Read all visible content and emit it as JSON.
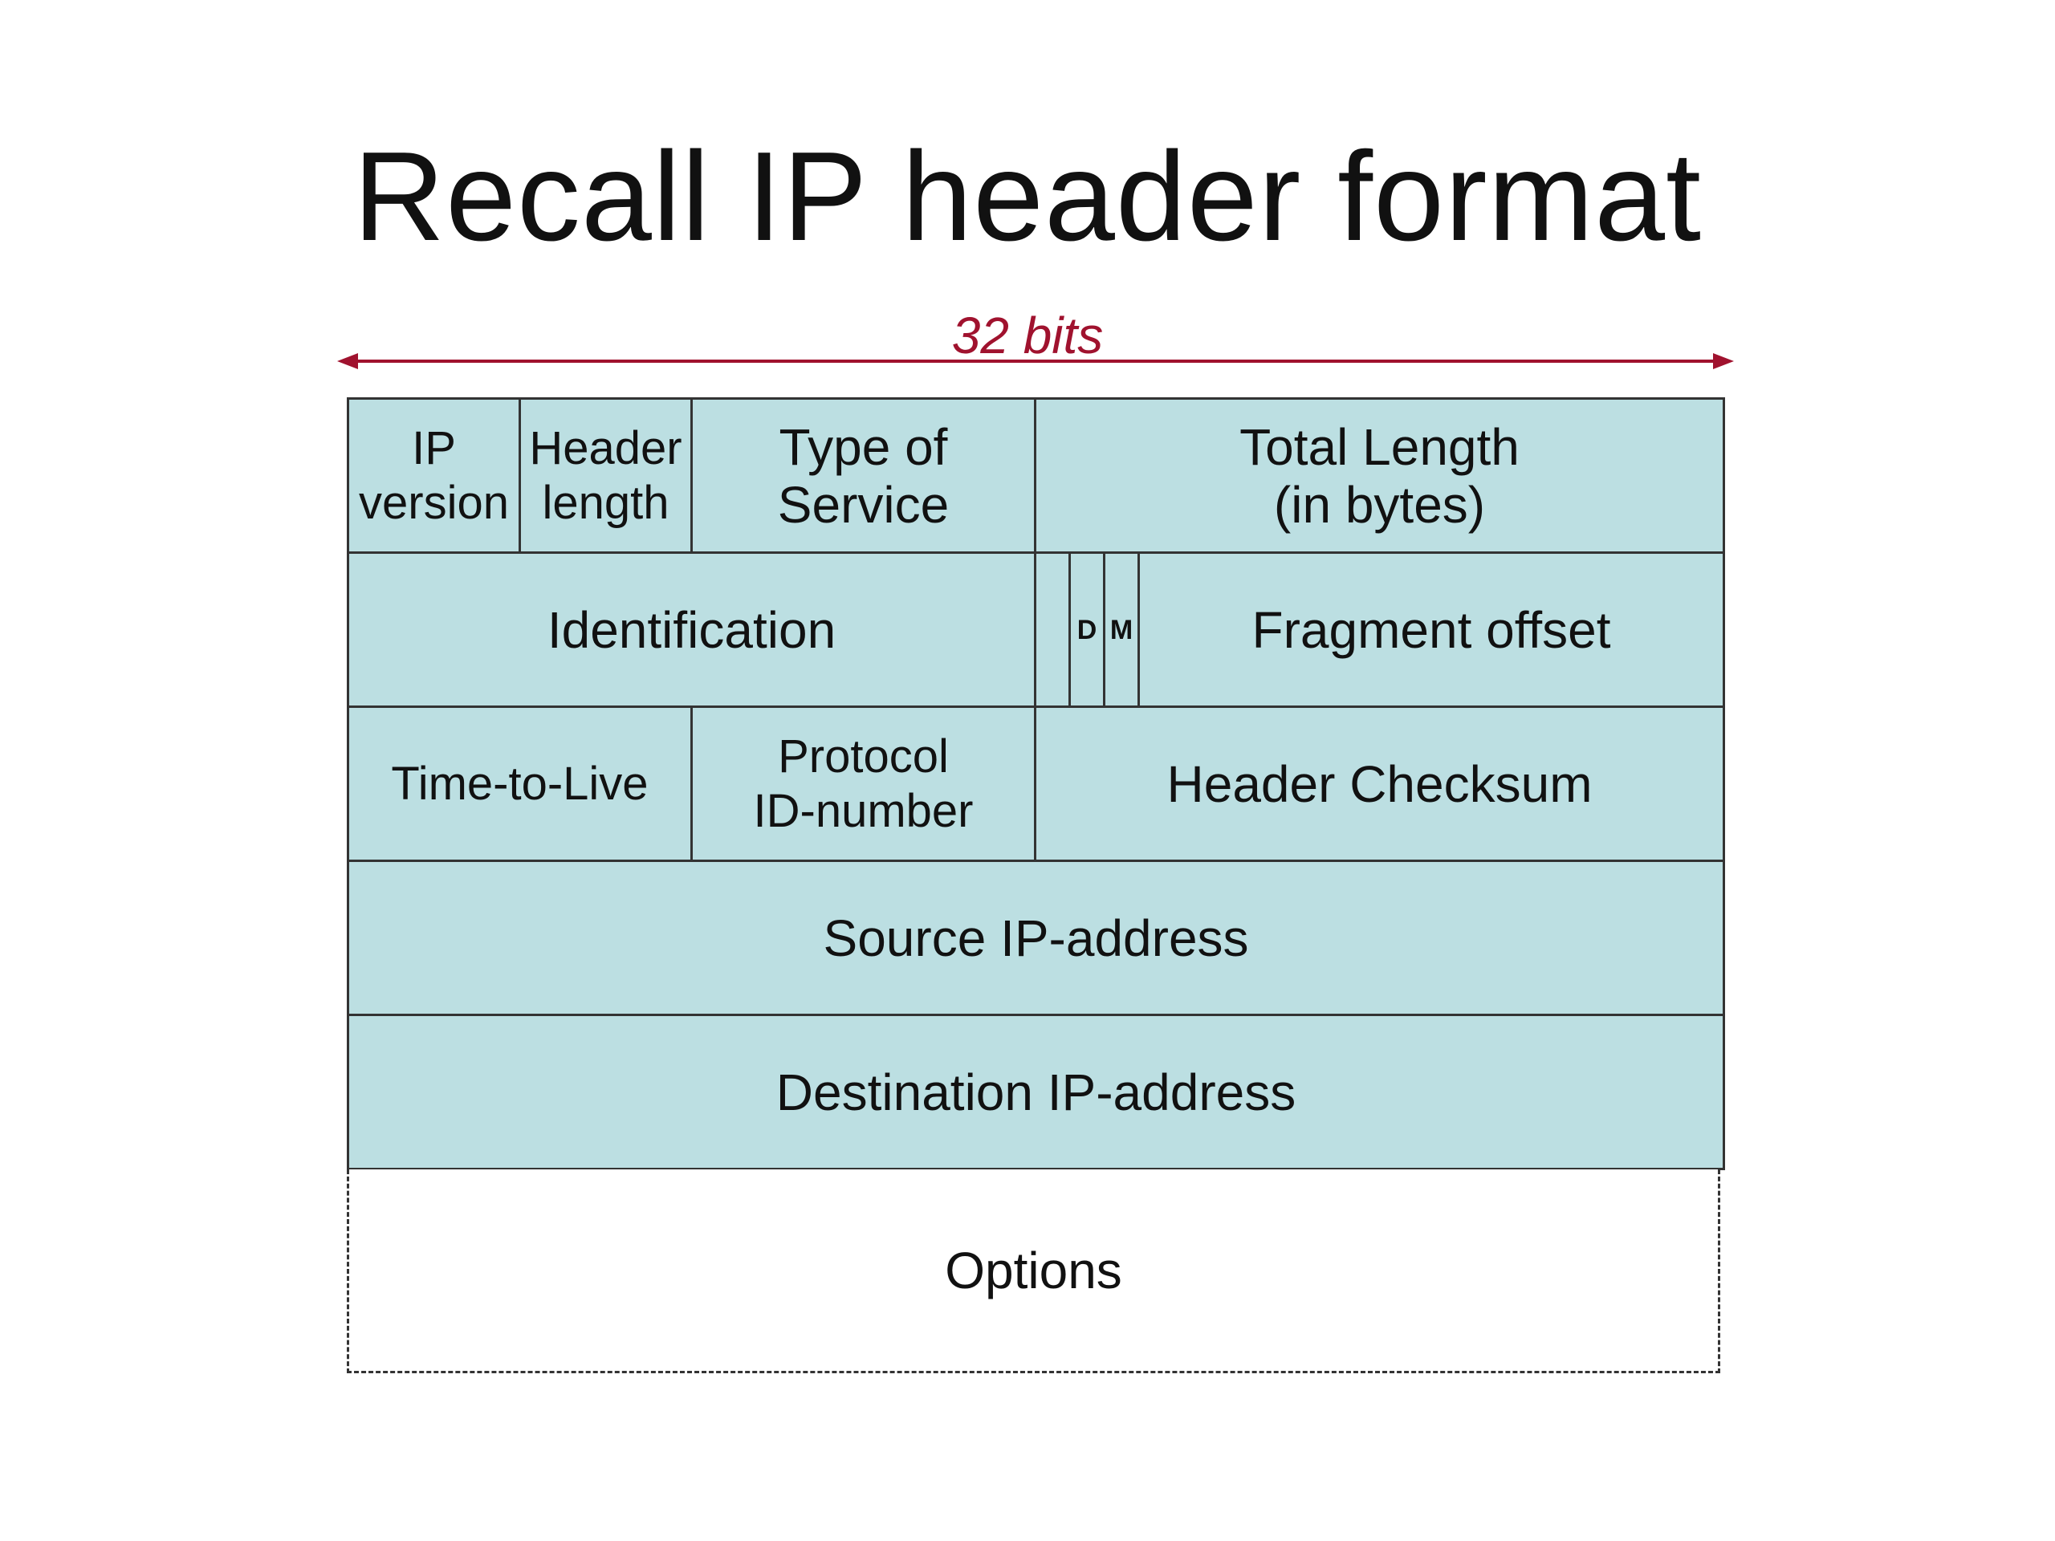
{
  "title": "Recall IP header format",
  "width_label": "32 bits",
  "colors": {
    "field_fill": "#bcdfe2",
    "border": "#333333",
    "arrow": "#a0122e",
    "width_label": "#a0122e"
  },
  "rows": [
    {
      "fields": [
        {
          "lines": [
            "IP",
            "version"
          ]
        },
        {
          "lines": [
            "Header",
            "length"
          ]
        },
        {
          "lines": [
            "Type of",
            "Service"
          ]
        },
        {
          "lines": [
            "Total Length",
            "(in bytes)"
          ]
        }
      ]
    },
    {
      "fields": [
        {
          "lines": [
            "Identification"
          ]
        },
        {
          "lines": [
            ""
          ]
        },
        {
          "lines": [
            "D"
          ]
        },
        {
          "lines": [
            "M"
          ]
        },
        {
          "lines": [
            "Fragment offset"
          ]
        }
      ]
    },
    {
      "fields": [
        {
          "lines": [
            "Time-to-Live"
          ]
        },
        {
          "lines": [
            "Protocol",
            "ID-number"
          ]
        },
        {
          "lines": [
            "Header Checksum"
          ]
        }
      ]
    },
    {
      "fields": [
        {
          "lines": [
            "Source IP-address"
          ]
        }
      ]
    },
    {
      "fields": [
        {
          "lines": [
            "Destination IP-address"
          ]
        }
      ]
    }
  ],
  "options_label": "Options"
}
